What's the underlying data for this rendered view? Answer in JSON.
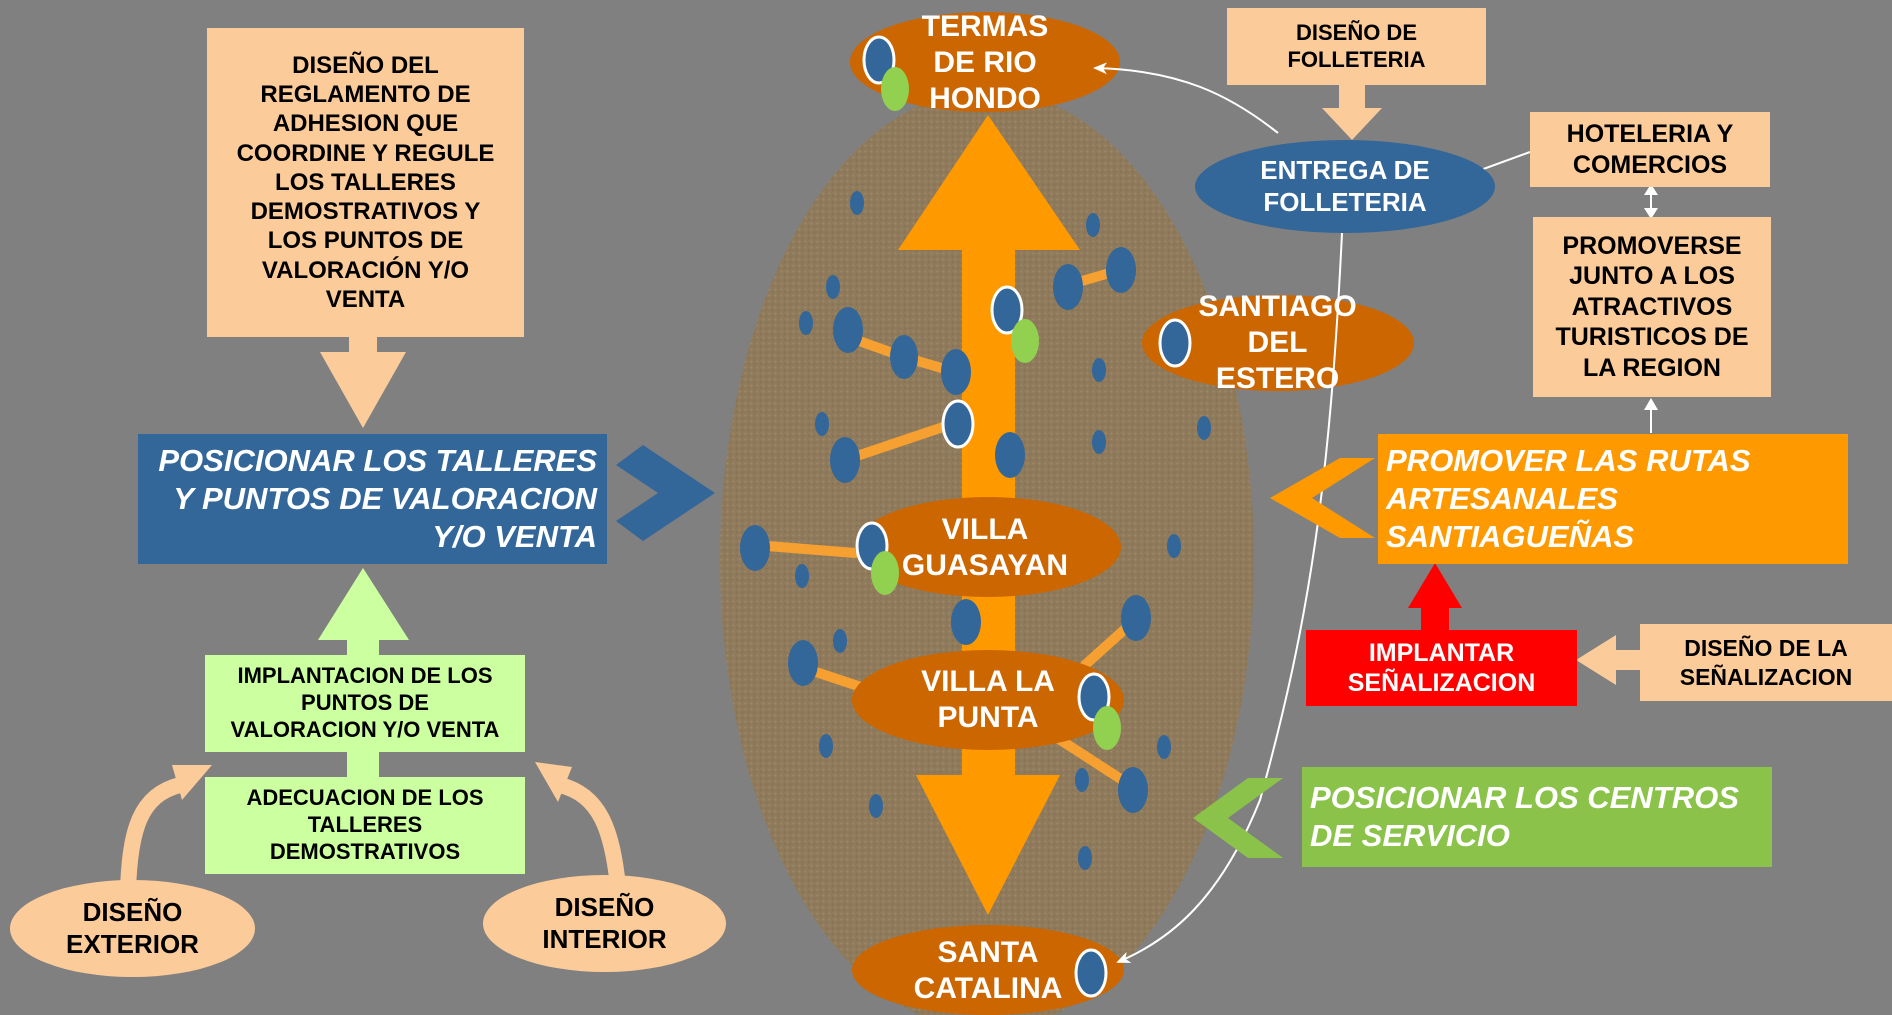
{
  "colors": {
    "background": "#808080",
    "peach": "#FCCB9A",
    "light_green": "#CCFFA0",
    "blue_box": "#336699",
    "orange_box": "#FF9900",
    "green_box": "#8BC34A",
    "red_box": "#FF0000",
    "city_oval": "#CC6600",
    "arrow_orange": "#FF9900",
    "dot_blue": "#336699",
    "dot_green": "#92D050"
  },
  "left": {
    "reglamento": "DISEÑO DEL\nREGLAMENTO DE\nADHESION QUE\nCOORDINE Y REGULE\nLOS TALLERES\nDEMOSTRATIVOS Y\nLOS PUNTOS DE\nVALORACIÓN Y/O\nVENTA",
    "posicionar_talleres": "POSICIONAR LOS TALLERES\nY PUNTOS DE VALORACION\nY/O VENTA",
    "implantacion": "IMPLANTACION DE LOS\nPUNTOS DE\nVALORACION Y/O VENTA",
    "adecuacion": "ADECUACION DE LOS\nTALLERES\nDEMOSTRATIVOS",
    "diseno_exterior": "DISEÑO\nEXTERIOR",
    "diseno_interior": "DISEÑO\nINTERIOR"
  },
  "center": {
    "termas": "TERMAS\nDE RIO\nHONDO",
    "santiago": "SANTIAGO\nDEL\nESTERO",
    "villa_guasayan": "VILLA\nGUASAYAN",
    "villa_la_punta": "VILLA LA\nPUNTA",
    "santa_catalina": "SANTA\nCATALINA"
  },
  "right": {
    "diseno_folleteria": "DISEÑO DE\nFOLLETERIA",
    "entrega_folleteria": "ENTREGA DE\nFOLLETERIA",
    "hoteleria": "HOTELERIA Y\nCOMERCIOS",
    "promoverse": "PROMOVERSE\nJUNTO A LOS\nATRACTIVOS\nTURISTICOS DE\nLA REGION",
    "promover_rutas": " PROMOVER LAS RUTAS\nARTESANALES\nSANTIAGUEÑAS",
    "implantar_senalizacion": "IMPLANTAR\nSEÑALIZACION",
    "diseno_senalizacion": "DISEÑO DE LA\nSEÑALIZACION",
    "posicionar_centros": " POSICIONAR LOS CENTROS\nDE SERVICIO"
  }
}
